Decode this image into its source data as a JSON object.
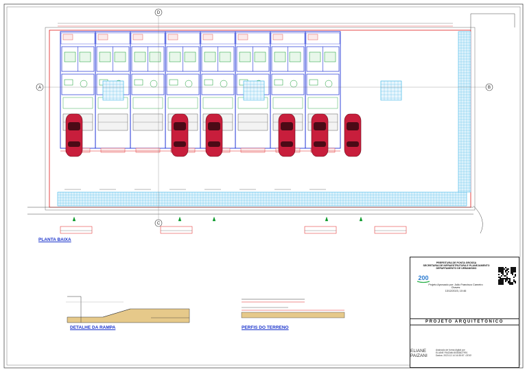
{
  "drawing": {
    "plan_label": "PLANTA BAIXA",
    "ramp_label": "DETALHE DA RAMPA",
    "terrain_label": "PERFIS DO TERRENO",
    "axis_markers": [
      "A",
      "B",
      "C",
      "D"
    ],
    "units_count": 8,
    "colors": {
      "wall": "#1c2fd6",
      "furniture": "#0a9a2a",
      "boundary": "#e01818",
      "paving": "#48b8e8",
      "car": "#c81e3c",
      "title": "#1a33cc"
    }
  },
  "title_block": {
    "authority_lines": [
      "PREFEITURA DE PONTA GROSSA",
      "SECRETARIA DE INFRAESTRUTURA E PLANEJAMENTO",
      "DEPARTAMENTO DE URBANISMO"
    ],
    "approval_lines": [
      "Projeto Aprovado por: João Francisco Carneiro",
      "Chaves",
      "13/12/2023, 10:46"
    ],
    "project_title": "PROJETO ARQUITETÔNICO",
    "signature_name_lines": [
      "ELIANE",
      "PAIZANI"
    ],
    "signature_details": [
      "Assinado de forma digital por",
      "ELIANE PAIZANI:80353827991",
      "Dados: 2023.12.14 16:35:57 -03'00'"
    ],
    "logo_number": "200"
  }
}
